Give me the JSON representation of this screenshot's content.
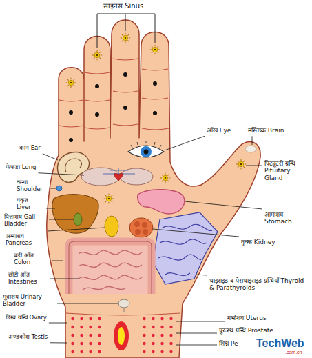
{
  "diagram": {
    "labels": [
      "साइनस Sinus",
      "कान Ear",
      "फेफड़ा Lung",
      "कन्धा Shoulder",
      "यकृत Liver",
      "पित्ताशय Gall Bladder",
      "अग्नाशय Pancreas",
      "बड़ी आँत Colon",
      "छोटी आँत Intestines",
      "मूत्राशय Urinary Bladder",
      "डिम्ब ग्रन्थि Ovary",
      "अण्डकोश Testis",
      "आँख Eye",
      "मस्तिष्क Brain",
      "पिट्यूटरी ग्रन्थि Pituitary Gland",
      "आमाशय Stomach",
      "वृक्क Kidney",
      "थाइराइड व पेराथाइराइड ग्रन्थियाँ Thyroid & Parathyroids",
      "गर्भाशय Uterus",
      "पुरःस्थ ग्रन्थि Prostate",
      "शिश्न Pe",
      "TechWeb",
      ".com.cn"
    ]
  }
}
